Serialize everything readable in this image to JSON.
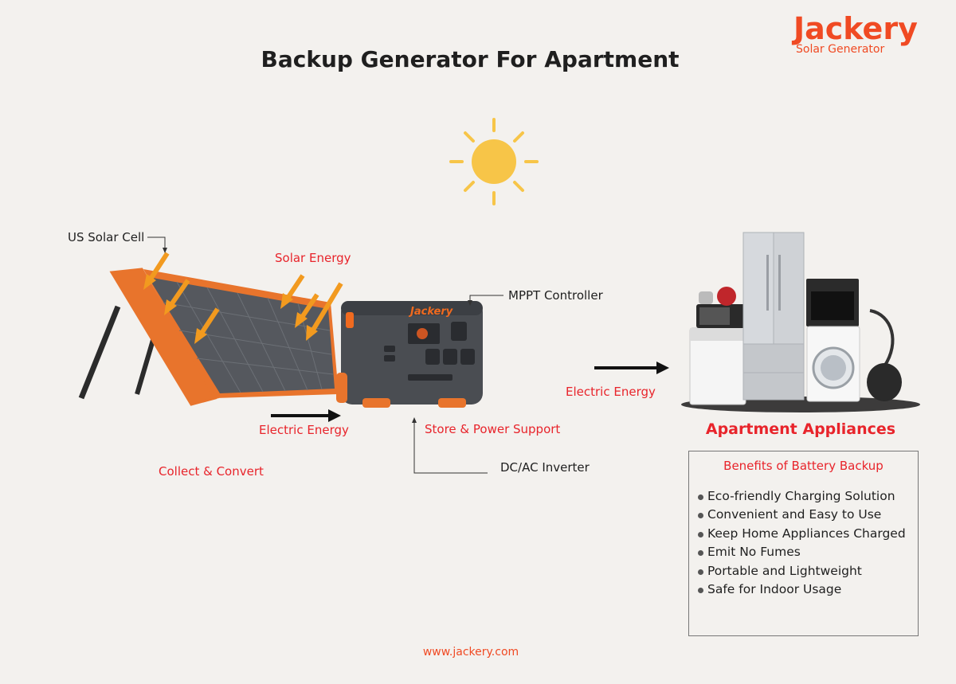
{
  "title": "Backup Generator For Apartment",
  "brand": {
    "name": "Jackery",
    "subtitle": "Solar Generator"
  },
  "labels": {
    "solar_cell": "US Solar Cell",
    "solar_energy": "Solar Energy",
    "mppt": "MPPT Controller",
    "electric_energy_1": "Electric Energy",
    "store_power": "Store & Power Support",
    "dc_ac": "DC/AC Inverter",
    "collect_convert": "Collect & Convert",
    "electric_energy_2": "Electric Energy",
    "device_logo": "Jackery"
  },
  "appliances_title": "Apartment Appliances",
  "benefits": {
    "title": "Benefits of Battery Backup",
    "items": [
      "Eco-friendly Charging Solution",
      "Convenient and Easy to Use",
      "Keep Home Appliances Charged",
      "Emit No Fumes",
      "Portable and Lightweight",
      "Safe for Indoor Usage"
    ]
  },
  "footer": "www.jackery.com",
  "colors": {
    "accent": "#e8242b",
    "brand": "#f04a23",
    "sun": "#f7c548",
    "arrow": "#f29a1f",
    "panel": "#4a4d52"
  }
}
